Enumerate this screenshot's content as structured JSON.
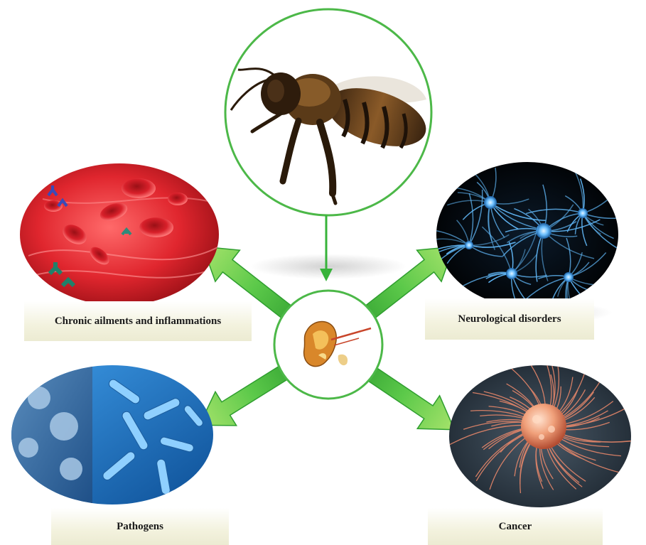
{
  "labels": {
    "chronic": "Chronic ailments and inflammations",
    "neuro": "Neurological disorders",
    "pathogens": "Pathogens",
    "cancer": "Cancer"
  },
  "colors": {
    "arrow_green": "#37b33a",
    "arrow_light": "#a6e36b",
    "circle_stroke": "#4cb848",
    "blood_red": "#d8202a",
    "neuron_blue": "#3c9be0",
    "pathogen_blue": "#2f7fcf",
    "cancer_orange": "#e07a5a"
  },
  "icons": [
    "honeybee-icon",
    "bee-venom-stinger-icon",
    "red-blood-cell-icon",
    "antibody-icon",
    "neuron-icon",
    "virus-icon",
    "bacteria-icon",
    "cancer-cell-icon"
  ]
}
